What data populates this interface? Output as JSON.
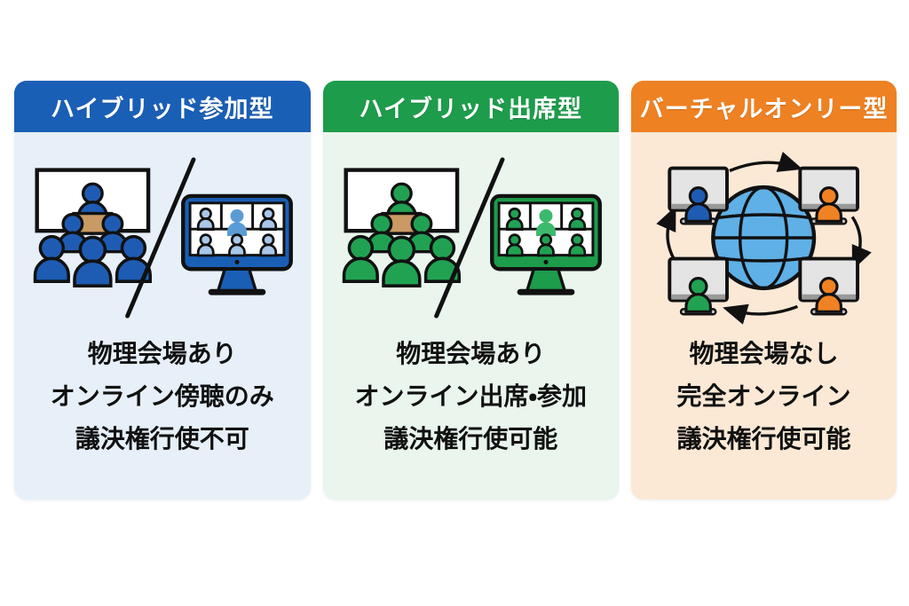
{
  "page": {
    "background": "#ffffff"
  },
  "cards": [
    {
      "name": "hybrid-participation",
      "title": "ハイブリッド参加型",
      "lines": [
        "物理会場あり",
        "オンライン傍聴のみ",
        "議決権行使不可"
      ],
      "accent": "#1a5fb6",
      "body_bg": "#e7f0f9",
      "icon": "hybrid-meeting-icon",
      "icon_colors": {
        "person": "#1e5cb3",
        "tile": "#a9c7e8",
        "speaker": "#5b9bd5",
        "podium": "#c99a63"
      }
    },
    {
      "name": "hybrid-attendance",
      "title": "ハイブリッド出席型",
      "lines": [
        "物理会場あり",
        "オンライン出席・参加",
        "議決権行使可能"
      ],
      "accent": "#1d9c4b",
      "body_bg": "#e9f5ed",
      "icon": "hybrid-meeting-icon",
      "icon_colors": {
        "person": "#21a252",
        "tile": "#21a252",
        "speaker": "#3cb96d",
        "podium": "#c99a63"
      }
    },
    {
      "name": "virtual-only",
      "title": "バーチャルオンリー型",
      "lines": [
        "物理会場なし",
        "完全オンライン",
        "議決権行使可能"
      ],
      "accent": "#ee8122",
      "body_bg": "#fbe9d6",
      "icon": "global-network-icon",
      "icon_colors": {
        "globe": "#5fb0e6",
        "cam_top_left": "#1e5cb3",
        "cam_top_right": "#f08224",
        "cam_bottom_left": "#21a252",
        "cam_bottom_right": "#f08224"
      }
    }
  ]
}
